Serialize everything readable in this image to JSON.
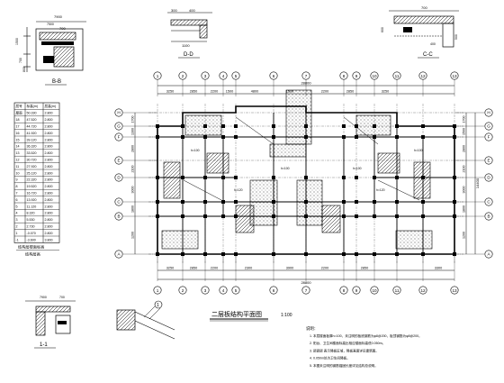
{
  "sections": {
    "bb": {
      "title": "B-B",
      "dims": [
        "7900",
        "700"
      ],
      "levels": [
        "7500",
        "1500",
        "700",
        "800"
      ]
    },
    "dd": {
      "title": "D-D",
      "dims": [
        "300",
        "400",
        "1100"
      ]
    },
    "cc": {
      "title": "C-C",
      "dims": [
        "700",
        "600",
        "400",
        "500"
      ]
    },
    "aa": {
      "title": "1-1",
      "label_left": "7900",
      "label_right": "700"
    }
  },
  "level_table": {
    "header": [
      "层号",
      "标高(m)",
      "层高(m)"
    ],
    "rows": [
      [
        "屋面",
        "50.330",
        "2.800"
      ],
      [
        "18",
        "47.520",
        "2.800"
      ],
      [
        "17",
        "44.720",
        "2.800"
      ],
      [
        "16",
        "41.920",
        "2.800"
      ],
      [
        "15",
        "39.120",
        "2.800"
      ],
      [
        "14",
        "36.320",
        "2.800"
      ],
      [
        "13",
        "33.520",
        "2.800"
      ],
      [
        "12",
        "30.720",
        "2.800"
      ],
      [
        "11",
        "27.920",
        "2.800"
      ],
      [
        "10",
        "25.120",
        "2.800"
      ],
      [
        "9",
        "22.320",
        "2.800"
      ],
      [
        "8",
        "19.520",
        "2.800"
      ],
      [
        "7",
        "16.720",
        "2.800"
      ],
      [
        "6",
        "13.920",
        "2.800"
      ],
      [
        "5",
        "11.120",
        "2.800"
      ],
      [
        "4",
        "8.320",
        "2.800"
      ],
      [
        "3",
        "5.530",
        "2.800"
      ],
      [
        "2",
        "2.730",
        "2.800"
      ],
      [
        "1",
        "-0.070",
        "2.800"
      ],
      [
        "-1",
        "-3.600",
        "3.800"
      ]
    ],
    "footer": "结构层楼面标高",
    "footer2": "结构层高"
  },
  "plan": {
    "title": "二层板结构平面图",
    "scale": "1:100",
    "top_axes": [
      "1",
      "2",
      "3",
      "4",
      "5",
      "6",
      "7",
      "8",
      "9",
      "10",
      "11",
      "12",
      "13"
    ],
    "top_dims": [
      "3250",
      "2850",
      "2200",
      "1500",
      "4800",
      "1500",
      "2200",
      "2850",
      "3250"
    ],
    "top_total": "28800",
    "bottom_dims": [
      "3250",
      "2850",
      "2200",
      "2300",
      "3900",
      "2200",
      "2850",
      "3300"
    ],
    "bottom_total": "28800",
    "left_axes": [
      "H",
      "G",
      "F",
      "E",
      "D",
      "C",
      "B",
      "A"
    ],
    "left_dims": [
      "1700",
      "1300",
      "2800",
      "2100",
      "3000",
      "1800",
      "1200"
    ],
    "right_dims": [
      "1700",
      "1500",
      "2800",
      "2100",
      "3000",
      "1800",
      "1200"
    ],
    "right_total": "14400",
    "slab_notes": [
      "h=100",
      "h=120",
      "h=100",
      "h=100",
      "h=120",
      "h=100"
    ]
  },
  "notes": {
    "heading": "说明：",
    "lines": [
      "1. 本层楼面板厚h=100，未注明的板底钢筋为φ8@200，板顶钢筋为φ8@200。",
      "2. 阳台、卫生间楼面标高比相应楼面标高低0.050m。",
      "3. ▨▨▨ 表示降板区域，降板高度详见建筑图。",
      "4. 0.050m处为卫生间降板。",
      "5. 本图未注明的钢筋锚固长度详见结构总说明。"
    ]
  }
}
